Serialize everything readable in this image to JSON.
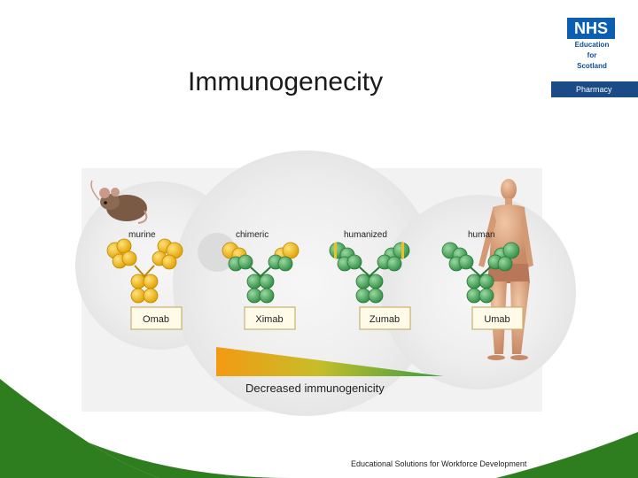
{
  "slide": {
    "title": "Immunogenecity",
    "footer": "Educational Solutions for Workforce Development"
  },
  "logo": {
    "nhs": "NHS",
    "subtitle_lines": [
      "Education",
      "for",
      "Scotland"
    ],
    "department": "Pharmacy"
  },
  "diagram": {
    "antibodies": [
      {
        "type": "murine",
        "name": "Omab"
      },
      {
        "type": "chimeric",
        "name": "Ximab"
      },
      {
        "type": "humanized",
        "name": "Zumab"
      },
      {
        "type": "human",
        "name": "Umab"
      }
    ],
    "gradient_label": "Decreased immunogenicity"
  },
  "colors": {
    "murine": "#f0b820",
    "human": "#4caa5c",
    "footer_green": "#2e7d1e",
    "nhs_blue": "#0b5fb0"
  }
}
